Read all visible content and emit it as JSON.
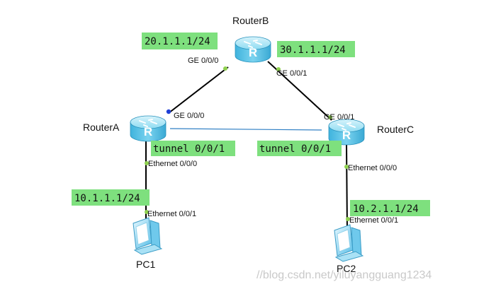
{
  "colors": {
    "link": "#000000",
    "tunnel": "#2f7fc4",
    "label_bg": "#7ee07e",
    "port_dot": "#8fd14f",
    "port_dot_active": "#1f3fd6",
    "router_body": "#5fc6ea"
  },
  "devices": {
    "router_b": "RouterB",
    "router_a": "RouterA",
    "router_c": "RouterC",
    "pc1": "PC1",
    "pc2": "PC2"
  },
  "router_glyph": "R",
  "ports": {
    "b_ge000": "GE 0/0/0",
    "b_ge001": "GE 0/0/1",
    "a_ge000": "GE 0/0/0",
    "c_ge001": "GE 0/0/1",
    "a_eth000": "Ethernet 0/0/0",
    "pc1_eth001": "Ethernet 0/0/1",
    "c_eth000": "Ethernet 0/0/0",
    "pc2_eth001": "Ethernet 0/0/1"
  },
  "addresses": {
    "ip_20": "20.1.1.1/24",
    "ip_30": "30.1.1.1/24",
    "tunnel_a": "tunnel 0/0/1",
    "tunnel_c": "tunnel 0/0/1",
    "ip_10": "10.1.1.1/24",
    "ip_102": "10.2.1.1/24"
  },
  "watermark": "//blog.csdn.net/yiluyangguang1234",
  "icons": {
    "router": "router-icon",
    "pc": "pc-icon"
  }
}
